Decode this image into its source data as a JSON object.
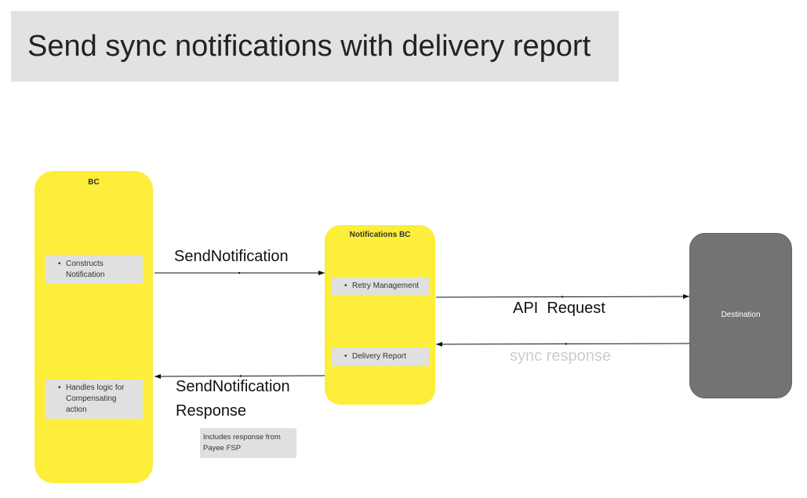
{
  "title": "Send sync notifications with delivery report",
  "bc": {
    "title": "BC",
    "cards": [
      {
        "bullet": "•",
        "lines": [
          "Constructs",
          "Notification"
        ]
      },
      {
        "bullet": "•",
        "lines": [
          "Handles logic for",
          "Compensating",
          "action"
        ]
      }
    ]
  },
  "notifications_bc": {
    "title": "Notifications BC",
    "cards": [
      {
        "bullet": "•",
        "text": "Retry Management"
      },
      {
        "bullet": "•",
        "text": "Delivery Report"
      }
    ]
  },
  "destination": {
    "label": "Destination"
  },
  "flows": {
    "send_notification": "SendNotification",
    "send_notification_response_line1": "SendNotification",
    "send_notification_response_line2": "Response",
    "api_request": "API  Request",
    "sync_response": "sync response"
  },
  "note": {
    "line1": "Includes response from",
    "line2": "Payee FSP"
  },
  "colors": {
    "bc_fill": "#fcee3a",
    "card_fill": "#e0e0e0",
    "destination_fill": "#737373",
    "title_fill": "#e2e2e2",
    "sync_response_text": "#cccccc"
  }
}
